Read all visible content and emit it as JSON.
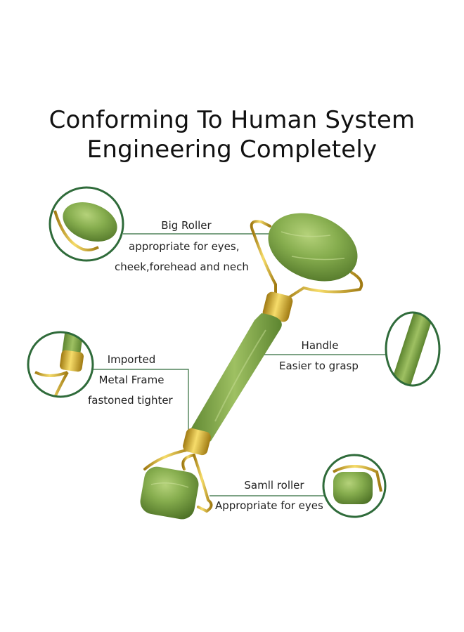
{
  "headline": {
    "line1": "Conforming To Human System",
    "line2": "Engineering Completely"
  },
  "callouts": {
    "big_roller": {
      "title": "Big Roller",
      "line1": "appropriate for eyes,",
      "line2": "cheek,forehead and nech"
    },
    "handle": {
      "title": "Handle",
      "line1": "Easier to grasp"
    },
    "metal_frame": {
      "line1": "Imported",
      "line2": "Metal Frame",
      "line3": "fastoned tighter"
    },
    "small_roller": {
      "title": "Samll roller",
      "line1": "Appropriate for eyes"
    }
  },
  "colors": {
    "jade": "#7da548",
    "jade_dark": "#557a2c",
    "gold": "#d4a82b",
    "callout_ring": "#2f6b3a",
    "text": "#222222"
  }
}
